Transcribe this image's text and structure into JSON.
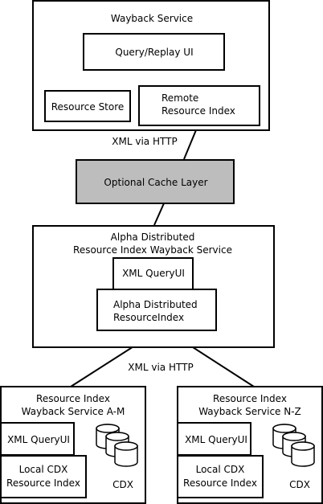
{
  "colors": {
    "cache_fill": "#bdbdbd",
    "line": "#000000",
    "background": "#ffffff"
  },
  "wayback": {
    "title": "Wayback Service",
    "query_replay_ui": "Query/Replay UI",
    "resource_store": "Resource Store",
    "remote_index": [
      "Remote",
      "Resource Index"
    ]
  },
  "links": {
    "top_label": "XML via HTTP",
    "bottom_label": "XML via HTTP"
  },
  "cache": {
    "label": "Optional Cache Layer"
  },
  "alpha": {
    "title": [
      "Alpha Distributed",
      "Resource Index Wayback Service"
    ],
    "xml_query_ui": "XML QueryUI",
    "distributed_index": [
      "Alpha Distributed",
      "ResourceIndex"
    ]
  },
  "left_service": {
    "title": [
      "Resource Index",
      "Wayback Service A-M"
    ],
    "xml_query_ui": "XML QueryUI",
    "local_cdx": [
      "Local CDX",
      "Resource Index"
    ],
    "cdx_label": "CDX",
    "cdx_icon": "database-icon"
  },
  "right_service": {
    "title": [
      "Resource Index",
      "Wayback Service N-Z"
    ],
    "xml_query_ui": "XML QueryUI",
    "local_cdx": [
      "Local CDX",
      "Resource Index"
    ],
    "cdx_label": "CDX",
    "cdx_icon": "database-icon"
  }
}
